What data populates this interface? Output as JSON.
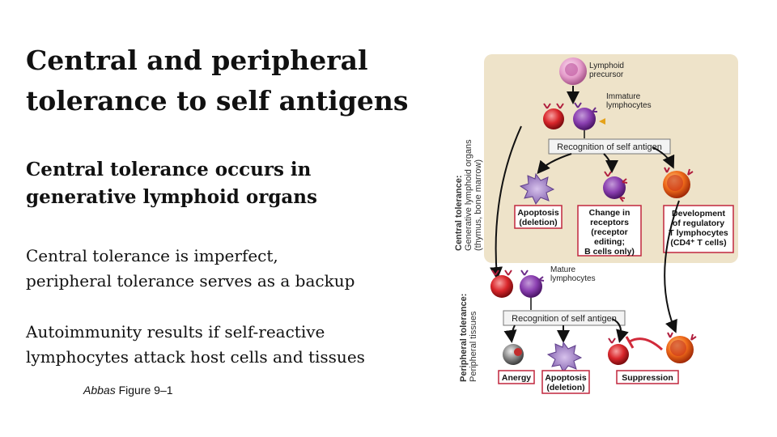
{
  "slide": {
    "title_line1": "Central and peripheral",
    "title_line2": "tolerance to self antigens",
    "subtitle_line1": "Central tolerance occurs in",
    "subtitle_line2": "generative lymphoid organs",
    "para1_line1": "Central tolerance is imperfect,",
    "para1_line2": "peripheral tolerance serves as a backup",
    "para2_line1": "Autoimmunity results if self-reactive",
    "para2_line2": "lymphocytes attack host cells and tissues",
    "caption_author": "Abbas",
    "caption_figure": " Figure 9–1"
  },
  "figure": {
    "central_side_bold": "Central tolerance:",
    "central_side_line1": "Generative lymphoid organs",
    "central_side_line2": "(thymus, bone marrow)",
    "peripheral_side_bold": "Peripheral tolerance:",
    "peripheral_side_line1": "Peripheral tissues",
    "lymphoid_precursor_1": "Lymphoid",
    "lymphoid_precursor_2": "precursor",
    "immature_1": "Immature",
    "immature_2": "lymphocytes",
    "recognition_central": "Recognition of self antigen",
    "apoptosis_1": "Apoptosis",
    "apoptosis_2": "(deletion)",
    "change_1": "Change in",
    "change_2": "receptors",
    "change_3": "(receptor",
    "change_4": "editing;",
    "change_5": "B cells only)",
    "regulatory_1": "Development",
    "regulatory_2": "of regulatory",
    "regulatory_3": "T lymphocytes",
    "regulatory_4": "(CD4⁺ T cells)",
    "mature_1": "Mature",
    "mature_2": "lymphocytes",
    "recognition_peripheral": "Recognition of self antigen",
    "anergy": "Anergy",
    "apoptosis_p1": "Apoptosis",
    "apoptosis_p2": "(deletion)",
    "suppression": "Suppression"
  }
}
